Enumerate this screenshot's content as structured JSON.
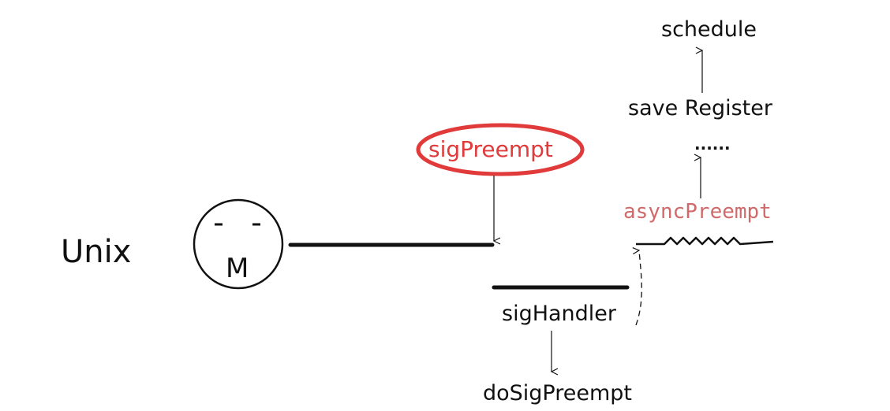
{
  "labels": {
    "os": "Unix",
    "thread_letter": "M",
    "signal": "sigPreempt",
    "handler": "sigHandler",
    "handler_call": "doSigPreempt",
    "async_func": "asyncPreempt",
    "ellipsis": "......",
    "save": "save Register",
    "schedule": "schedule"
  },
  "colors": {
    "ink": "#111111",
    "highlight_red": "#e03a3a",
    "async_pink": "#d06a6a"
  }
}
